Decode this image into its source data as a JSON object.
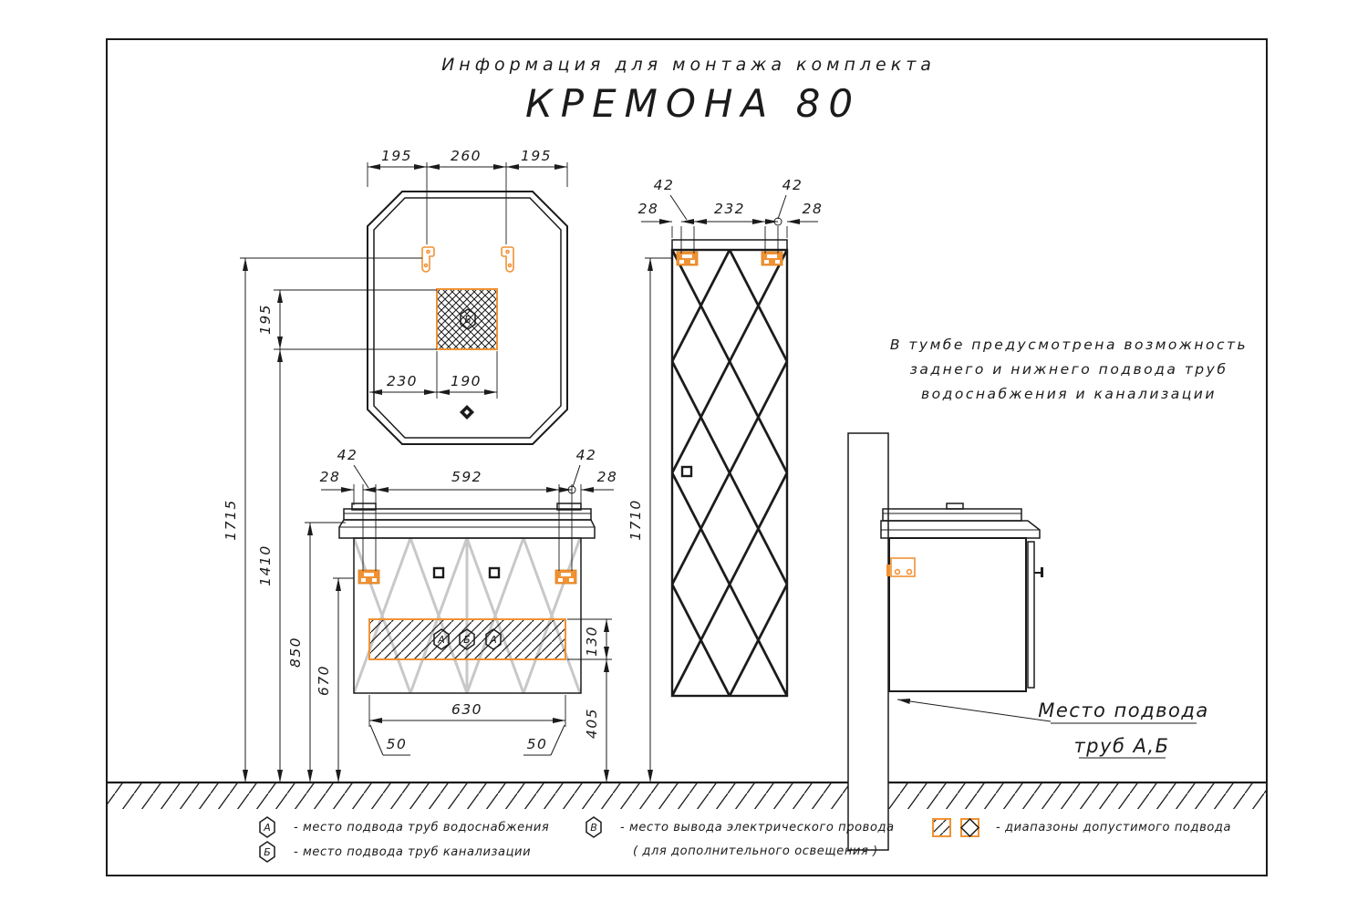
{
  "title": {
    "subtitle": "Информация для монтажа комплекта",
    "model": "КРЕМОНА 80"
  },
  "note": {
    "line1": "В тумбе предусмотрена возможность",
    "line2": "заднего и нижнего подвода труб",
    "line3": "водоснабжения и канализации"
  },
  "callout": {
    "line1": "Место подвода",
    "line2": "труб А,Б"
  },
  "symbols": {
    "water": "А",
    "sewer": "Б",
    "electric": "В"
  },
  "dims": {
    "mirror_top_left": "195",
    "mirror_top_center": "260",
    "mirror_top_right": "195",
    "mirror_zone_height": "195",
    "mirror_zone_left": "230",
    "mirror_zone_width": "190",
    "height_mirror_hooks": "1715",
    "height_mirror_zone": "1410",
    "height_vanity_top": "850",
    "height_vanity_bracket": "670",
    "height_cabinet": "1710",
    "vanity_edge_left": "28",
    "vanity_bracket_left": "42",
    "vanity_span": "592",
    "vanity_bracket_right": "42",
    "vanity_edge_right": "28",
    "vanity_zone_height": "130",
    "vanity_zone_bottom": "405",
    "vanity_zone_width": "630",
    "vanity_foot_left": "50",
    "vanity_foot_right": "50",
    "cabinet_edge_left": "28",
    "cabinet_bracket_left": "42",
    "cabinet_span": "232",
    "cabinet_bracket_right": "42",
    "cabinet_edge_right": "28"
  },
  "legend": {
    "water_text": "-  место подвода труб водоснабжения",
    "sewer_text": "-  место подвода труб канализации",
    "electric_text1": "-  место вывода электрического провода",
    "electric_text2": "( для дополнительного освещения )",
    "zones_text": "-  диапазоны допустимого подвода"
  },
  "colors": {
    "accent_orange": "#F09233",
    "pattern_gray": "#C8C8C8",
    "line": "#1B1B1B"
  }
}
